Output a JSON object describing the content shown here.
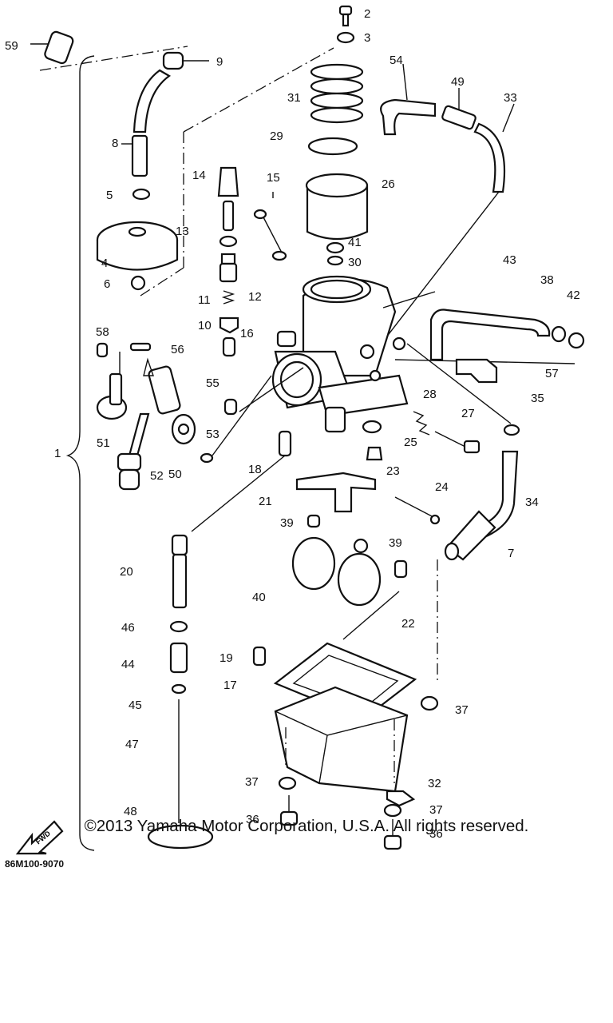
{
  "diagram": {
    "code": "86M100-9070",
    "copyright": "©2013 Yamaha Motor Corporation, U.S.A. All rights reserved.",
    "fwd_label": "FWD",
    "labels": [
      "1",
      "2",
      "3",
      "4",
      "5",
      "6",
      "7",
      "8",
      "9",
      "10",
      "11",
      "12",
      "13",
      "14",
      "15",
      "16",
      "17",
      "18",
      "19",
      "20",
      "21",
      "22",
      "23",
      "24",
      "25",
      "26",
      "27",
      "28",
      "29",
      "30",
      "31",
      "32",
      "33",
      "34",
      "35",
      "36",
      "36",
      "37",
      "37",
      "37",
      "38",
      "39",
      "39",
      "40",
      "41",
      "42",
      "43",
      "44",
      "45",
      "46",
      "47",
      "48",
      "49",
      "50",
      "51",
      "52",
      "53",
      "54",
      "55",
      "56",
      "57",
      "58",
      "59"
    ]
  }
}
